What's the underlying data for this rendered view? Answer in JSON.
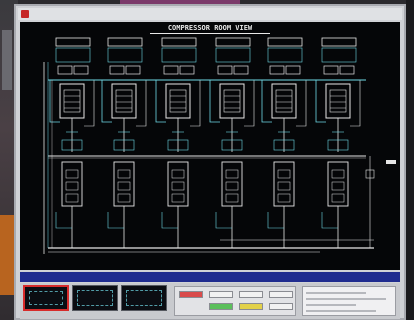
{
  "app": {
    "title": "COMPRESSOR ROOM VIEW"
  },
  "colors": {
    "screen_bg": "#050608",
    "drawing_primary": "#e6e6e6",
    "drawing_accent": "#6fd9e6",
    "status_bar": "#1f2c8f",
    "active_view_border": "#d62b2b"
  },
  "nav": {
    "thumbnails": [
      {
        "icon": "compressor-room-thumbnail-icon",
        "active": true
      },
      {
        "icon": "system-overview-thumbnail-icon",
        "active": false
      },
      {
        "icon": "piping-thumbnail-icon",
        "active": false
      }
    ]
  },
  "controls": {
    "buttons": [
      {
        "color": "red"
      },
      {
        "color": "default"
      },
      {
        "color": "default"
      },
      {
        "color": "default"
      },
      {
        "color": "green"
      },
      {
        "color": "yellow"
      },
      {
        "color": "default"
      }
    ]
  }
}
